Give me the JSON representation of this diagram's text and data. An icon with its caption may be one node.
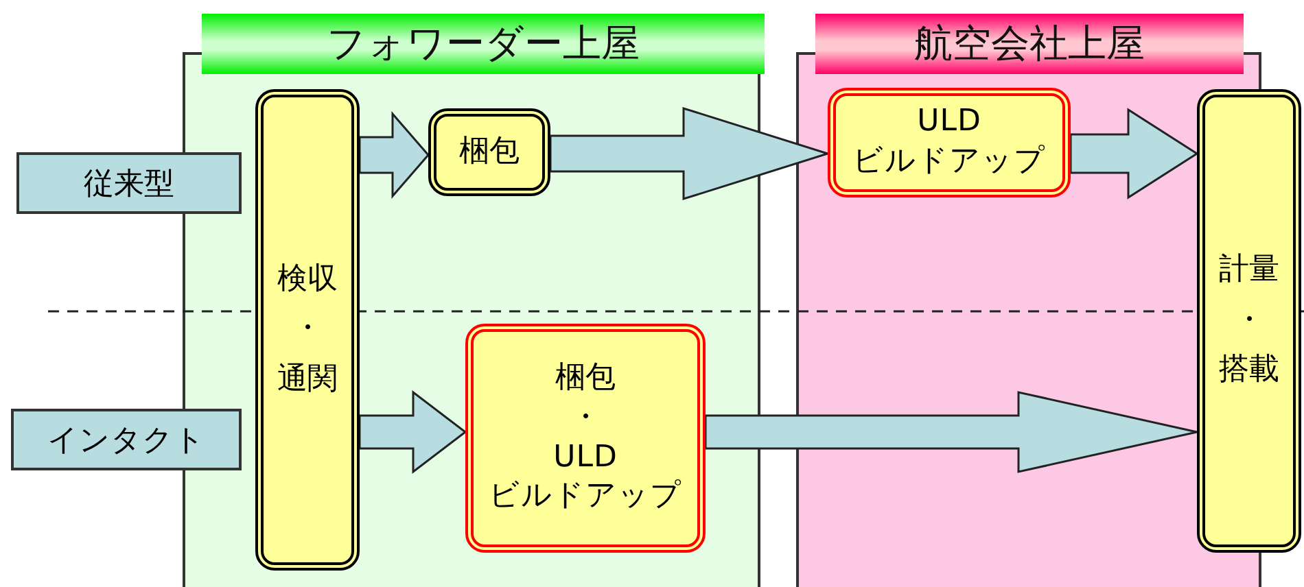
{
  "diagram": {
    "nodes": [
      {
        "text": [
          "フォワーダー上屋"
        ]
      },
      {
        "text": [
          "航空会社上屋"
        ]
      },
      {
        "text": [
          "従来型"
        ]
      },
      {
        "text": [
          "インタクト"
        ]
      },
      {
        "text": [
          "検収",
          "・",
          "通関"
        ],
        "in": 0
      },
      {
        "text": [
          "梱包"
        ],
        "in": 0
      },
      {
        "text": [
          "梱包",
          "・",
          "ULD ビルドアップ"
        ],
        "in": 0
      },
      {
        "text": [
          "ULD ビルドアップ"
        ],
        "in": 1
      },
      {
        "text": [
          "計量",
          "・",
          "搭載"
        ]
      }
    ],
    "edges": [
      {
        "from": 4,
        "to": 5,
        "arrow": "to"
      },
      {
        "from": 5,
        "to": 7,
        "arrow": "to"
      },
      {
        "from": 7,
        "to": 8,
        "arrow": "to"
      },
      {
        "from": 4,
        "to": 6,
        "arrow": "to"
      },
      {
        "from": 6,
        "to": 8,
        "arrow": "to"
      }
    ]
  }
}
